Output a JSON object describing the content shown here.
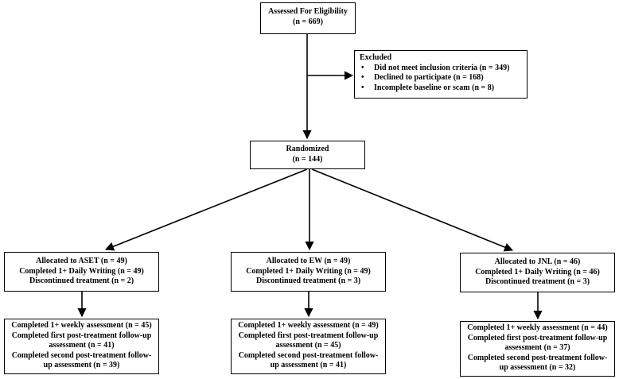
{
  "eligibility": {
    "title": "Assessed For Eligibility",
    "n": "(n = 669)"
  },
  "excluded": {
    "title": "Excluded",
    "items": [
      "Did not meet inclusion criteria (n = 349)",
      "Declined to participate (n = 168)",
      "Incomplete baseline or scam (n = 8)"
    ]
  },
  "randomized": {
    "title": "Randomized",
    "n": "(n = 144)"
  },
  "arms": [
    {
      "allocated": "Allocated to ASET (n = 49)",
      "daily": "Completed 1+ Daily Writing (n = 49)",
      "discontinued": "Discontinued treatment (n = 2)",
      "weekly": "Completed 1+ weekly assessment (n = 45)",
      "first": "Completed first post-treatment follow-up assessment (n = 41)",
      "second": "Completed second post-treatment follow-up assessment (n = 39)"
    },
    {
      "allocated": "Allocated to EW (n = 49)",
      "daily": "Completed 1+ Daily Writing (n = 49)",
      "discontinued": "Discontinued treatment (n = 3)",
      "weekly": "Completed 1+ weekly assessment (n = 49)",
      "first": "Completed first post-treatment follow-up assessment (n = 45)",
      "second": "Completed second post-treatment follow-up assessment (n = 41)"
    },
    {
      "allocated": "Allocated to JNL (n = 46)",
      "daily": "Completed 1+ Daily Writing (n = 46)",
      "discontinued": "Discontinued treatment (n = 3)",
      "weekly": "Completed 1+ weekly assessment (n = 44)",
      "first": "Completed first post-treatment follow-up assessment (n = 37)",
      "second": "Completed second post-treatment follow-up assessment (n = 32)"
    }
  ]
}
